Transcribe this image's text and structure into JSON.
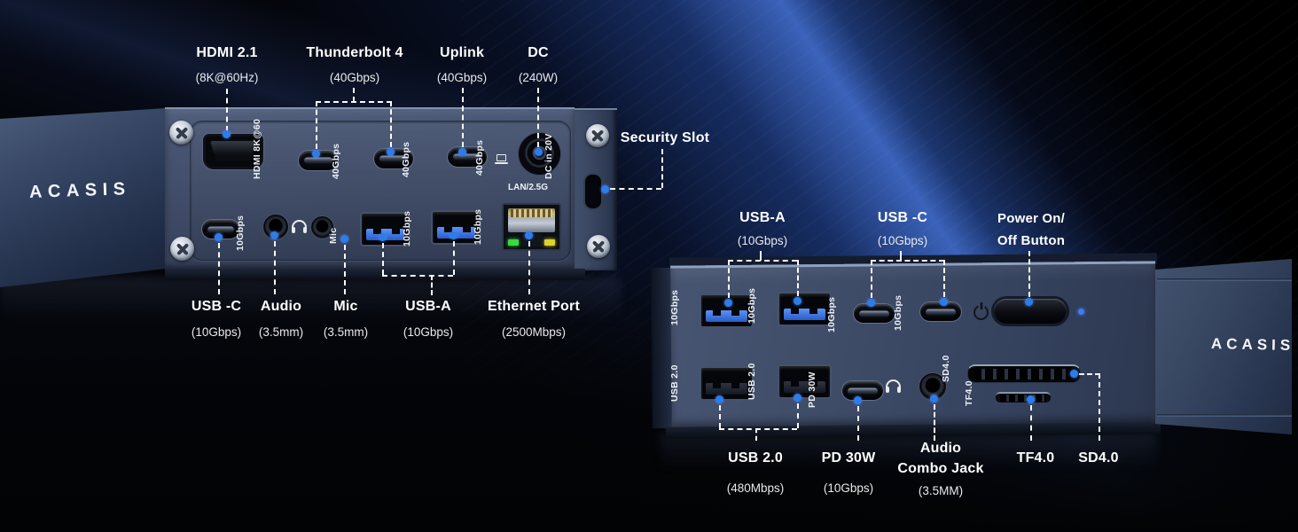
{
  "page": {
    "type": "product-port-diagram",
    "product": "ACASIS docking station"
  },
  "brand": {
    "logo_left": "ACASIS",
    "logo_right": "ACASIS"
  },
  "colors": {
    "callout_dot": "#2e7ce8",
    "usb3_blue": "#2f6ce0",
    "led_green": "#39d93f",
    "led_yellow": "#ddd22e",
    "label_white": "#ffffff",
    "background_sweep_blue": "#3e68c4"
  },
  "rear_panel": {
    "labels_top": [
      {
        "title": "HDMI 2.1",
        "sub": "(8K@60Hz)"
      },
      {
        "title": "Thunderbolt 4",
        "sub": "(40Gbps)"
      },
      {
        "title": "Uplink",
        "sub": "(40Gbps)"
      },
      {
        "title": "DC",
        "sub": "(240W)"
      }
    ],
    "label_security": {
      "title": "Security Slot"
    },
    "labels_bottom": [
      {
        "title": "USB -C",
        "sub": "(10Gbps)"
      },
      {
        "title": "Audio",
        "sub": "(3.5mm)"
      },
      {
        "title": "Mic",
        "sub": "(3.5mm)"
      },
      {
        "title": "USB-A",
        "sub": "(10Gbps)"
      },
      {
        "title": "Ethernet Port",
        "sub": "(2500Mbps)"
      }
    ],
    "prints": {
      "hdmi": "HDMI 8K@60",
      "tb": "40Gbps",
      "dc": "DC in 20V",
      "g10": "10Gbps",
      "mic": "Mic",
      "lan": "LAN/2.5G"
    }
  },
  "front_panel": {
    "labels_top": [
      {
        "title": "USB-A",
        "sub": "(10Gbps)"
      },
      {
        "title": "USB -C",
        "sub": "(10Gbps)"
      },
      {
        "title": "Power On/",
        "title2": "Off Button"
      }
    ],
    "labels_bottom": [
      {
        "title": "USB 2.0",
        "sub": "(480Mbps)"
      },
      {
        "title": "PD 30W",
        "sub": "(10Gbps)"
      },
      {
        "title": "Audio",
        "title2": "Combo Jack",
        "sub": "(3.5MM)"
      },
      {
        "title": "TF4.0"
      },
      {
        "title": "SD4.0"
      }
    ],
    "prints": {
      "g10": "10Gbps",
      "usb2": "USB 2.0",
      "pd": "PD 30W",
      "sd": "SD4.0",
      "tf": "TF4.0"
    }
  }
}
